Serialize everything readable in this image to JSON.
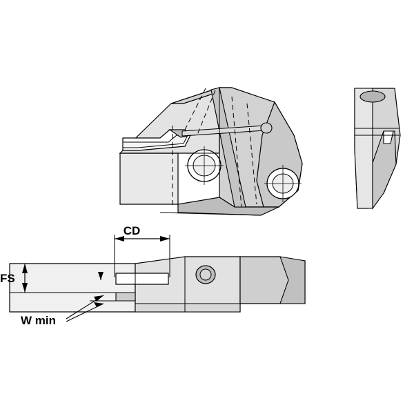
{
  "figure": {
    "title": "",
    "background_color": "#ffffff",
    "line_color": "#000000",
    "fill_light": "#e9e9e9",
    "fill_mid": "#d2d2d2",
    "fill_dark": "#b9b9b9",
    "fill_darker": "#a6a6a6",
    "insert_white": "#ffffff"
  },
  "labels": {
    "cd": "CD",
    "fs": "FS",
    "w_min": "W min"
  },
  "views": {
    "iso": "isometric-cutting-unit-view",
    "end": "end-view-blade",
    "side": "side-view-with-dimensions"
  }
}
